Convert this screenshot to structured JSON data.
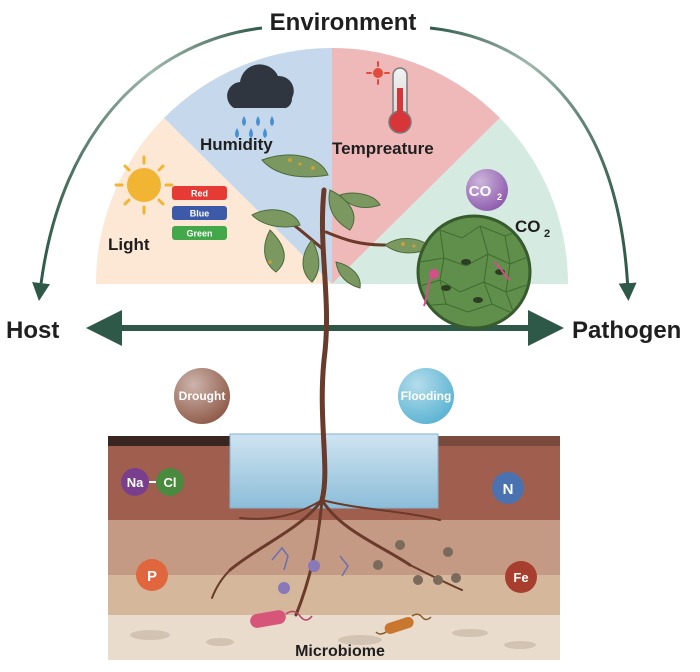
{
  "title": "Environment",
  "left_label": "Host",
  "right_label": "Pathogen",
  "bottom_label": "Microbiome",
  "sectors": {
    "light": {
      "label": "Light",
      "color": "#fde8d6"
    },
    "humidity": {
      "label": "Humidity",
      "color": "#c5d8ec"
    },
    "temperature": {
      "label": "Tempreature",
      "color": "#f0b9b9"
    },
    "co2": {
      "label": "CO",
      "sub": "2",
      "color": "#d5ebe1"
    }
  },
  "light_chips": [
    {
      "label": "Red",
      "color": "#e63a35"
    },
    {
      "label": "Blue",
      "color": "#3c5aa8"
    },
    {
      "label": "Green",
      "color": "#42a84a"
    }
  ],
  "co2_bubble": {
    "text": "CO",
    "sub": "2",
    "color": "#8e5aae"
  },
  "stress_bubbles": {
    "drought": {
      "label": "Drought",
      "color": "#8f5a48"
    },
    "flooding": {
      "label": "Flooding",
      "color": "#5ab3d3"
    }
  },
  "nutrients": {
    "na": {
      "label": "Na",
      "color": "#7a3f8c"
    },
    "cl": {
      "label": "Cl",
      "color": "#4a8a3e"
    },
    "n": {
      "label": "N",
      "color": "#4a72b0"
    },
    "p": {
      "label": "P",
      "color": "#e0673d"
    },
    "fe": {
      "label": "Fe",
      "color": "#a83e2d"
    }
  },
  "colors": {
    "arrow": "#2e5948",
    "soil_top": "#a05f4e",
    "soil_mid": "#c49a85",
    "soil_low": "#d5b89b",
    "water": "#aed1e6",
    "stem": "#6a3a2a",
    "leaf": "#7a9860"
  },
  "icons": [
    "sun-icon",
    "cloud-rain-icon",
    "thermometer-icon",
    "microscope-leaf-icon",
    "bacteria-icon"
  ]
}
